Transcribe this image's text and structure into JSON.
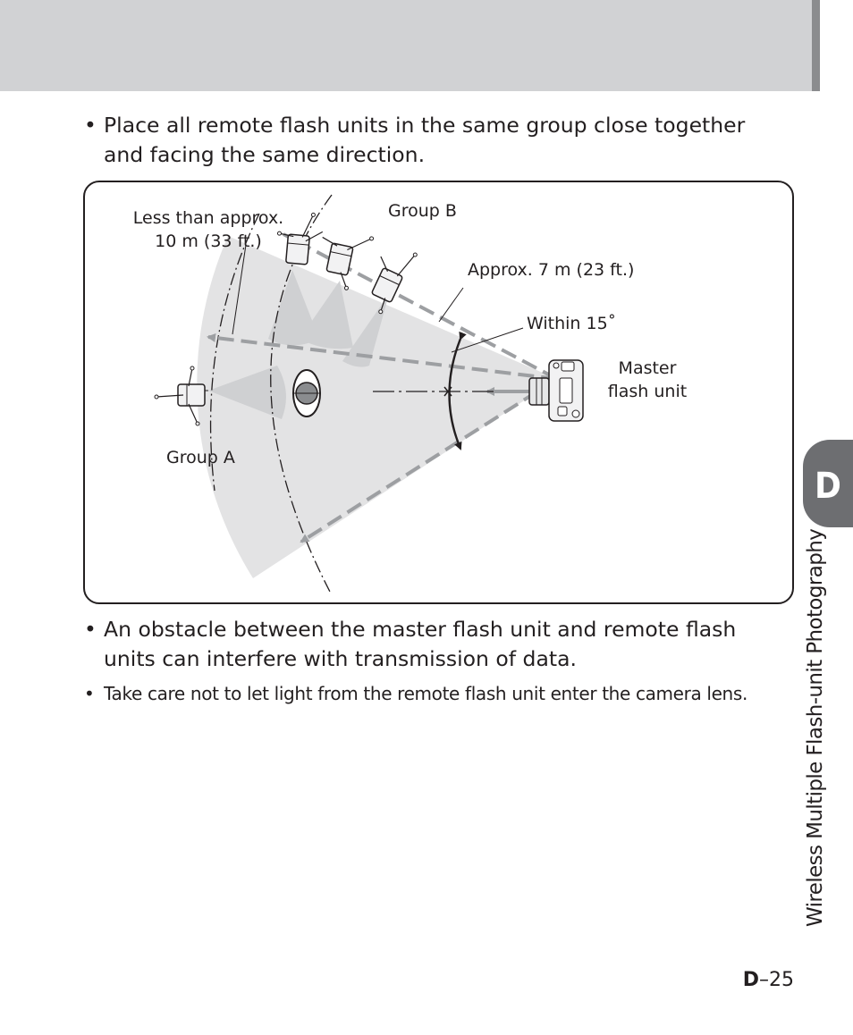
{
  "header": {},
  "bullets_top": [
    {
      "marker": "•",
      "text": "Place all remote flash units in the same group close together and facing the same direction."
    }
  ],
  "figure": {
    "labels": {
      "range_less_line1": "Less than approx.",
      "range_less_line2": "10 m (33 ft.)",
      "group_b": "Group B",
      "approx_7m": "Approx. 7 m (23 ft.)",
      "within_15": "Within 15˚",
      "master_line1": "Master",
      "master_line2": "flash unit",
      "group_a": "Group A"
    },
    "colors": {
      "coverage_fill": "#e3e3e4",
      "beam_fill": "#cfd0d2",
      "arrow_gray": "#9d9fa2",
      "ink": "#231f20"
    }
  },
  "bullets_bottom": [
    {
      "marker": "•",
      "text": "An obstacle between the master flash unit and remote flash units can interfere with transmission of data."
    },
    {
      "marker": "•",
      "text": "Take care not to let light from the remote flash unit enter the camera lens."
    }
  ],
  "side_tab": {
    "letter": "D"
  },
  "section_title": "Wireless Multiple Flash-unit Photography",
  "page_number": {
    "prefix": "D",
    "separator": "–",
    "number": "25"
  }
}
